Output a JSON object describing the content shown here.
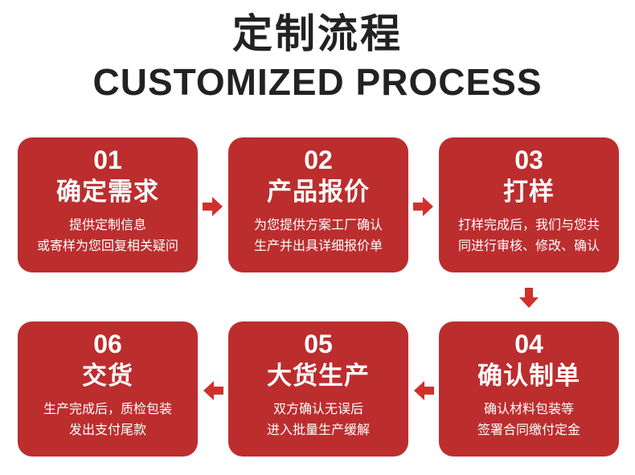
{
  "title_cn": "定制流程",
  "title_en": "CUSTOMIZED PROCESS",
  "colors": {
    "card": "#bc2d2e",
    "arrow": "#d0312d",
    "title": "#222222"
  },
  "steps": [
    {
      "num": "01",
      "name": "确定需求",
      "desc": [
        "提供定制信息",
        "或寄样为您回复相关疑问"
      ]
    },
    {
      "num": "02",
      "name": "产品报价",
      "desc": [
        "为您提供方案工厂确认",
        "生产并出具详细报价单"
      ]
    },
    {
      "num": "03",
      "name": "打样",
      "desc": [
        "打样完成后，我们与您共",
        "同进行审核、修改、确认"
      ]
    },
    {
      "num": "04",
      "name": "确认制单",
      "desc": [
        "确认材料包装等",
        "签署合同缴付定金"
      ]
    },
    {
      "num": "05",
      "name": "大货生产",
      "desc": [
        "双方确认无误后",
        "进入批量生产缓解"
      ]
    },
    {
      "num": "06",
      "name": "交货",
      "desc": [
        "生产完成后，质检包装",
        "发出支付尾款"
      ]
    }
  ],
  "arrows": [
    {
      "from": "01",
      "to": "02",
      "direction": "right"
    },
    {
      "from": "02",
      "to": "03",
      "direction": "right"
    },
    {
      "from": "03",
      "to": "04",
      "direction": "down"
    },
    {
      "from": "04",
      "to": "05",
      "direction": "left"
    },
    {
      "from": "05",
      "to": "06",
      "direction": "left"
    }
  ]
}
